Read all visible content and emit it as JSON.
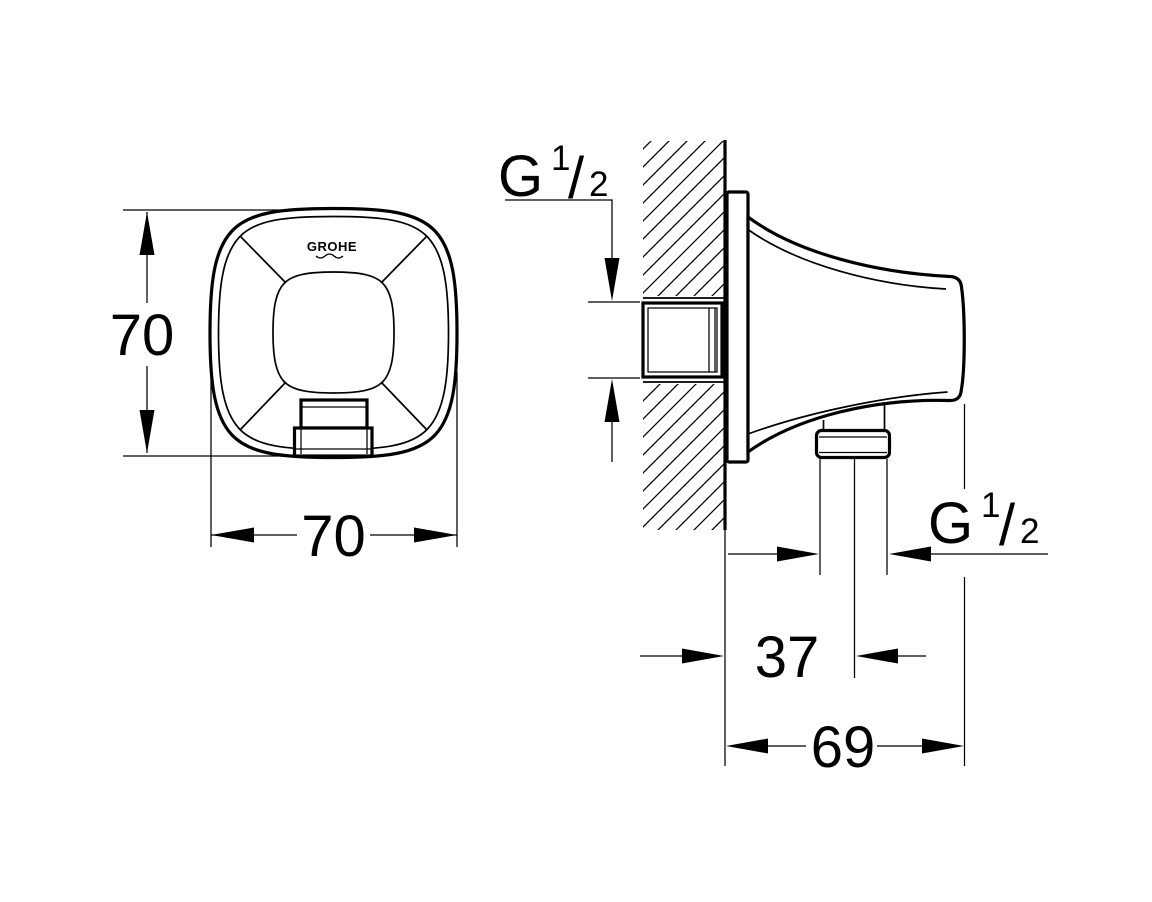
{
  "front_view": {
    "logo": "GROHE",
    "height_dim": "70",
    "width_dim": "70"
  },
  "side_view": {
    "inlet_thread": {
      "g": "G",
      "numerator": "1",
      "slash": "/",
      "denominator": "2"
    },
    "outlet_thread": {
      "g": "G",
      "numerator": "1",
      "slash": "/",
      "denominator": "2"
    },
    "offset_dim": "37",
    "depth_dim": "69"
  }
}
